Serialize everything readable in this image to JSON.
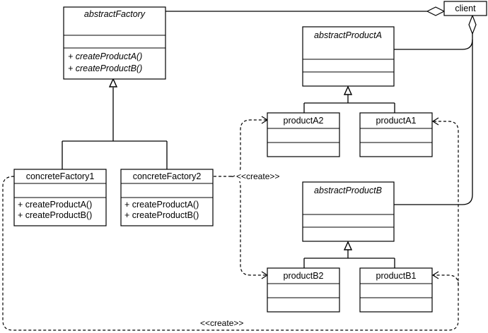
{
  "client": {
    "name": "client"
  },
  "abstract_factory": {
    "name": "abstractFactory",
    "methods": [
      "+ createProductA()",
      "+ createProductB()"
    ]
  },
  "abstract_product_a": {
    "name": "abstractProductA"
  },
  "abstract_product_b": {
    "name": "abstractProductB"
  },
  "concrete_factory_1": {
    "name": "concreteFactory1",
    "methods": [
      "+ createProductA()",
      "+ createProductB()"
    ]
  },
  "concrete_factory_2": {
    "name": "concreteFactory2",
    "methods": [
      "+ createProductA()",
      "+ createProductB()"
    ]
  },
  "product_a2": {
    "name": "productA2"
  },
  "product_a1": {
    "name": "productA1"
  },
  "product_b2": {
    "name": "productB2"
  },
  "product_b1": {
    "name": "productB1"
  },
  "create_label_top": "<<create>>",
  "create_label_bottom": "<<create>>"
}
